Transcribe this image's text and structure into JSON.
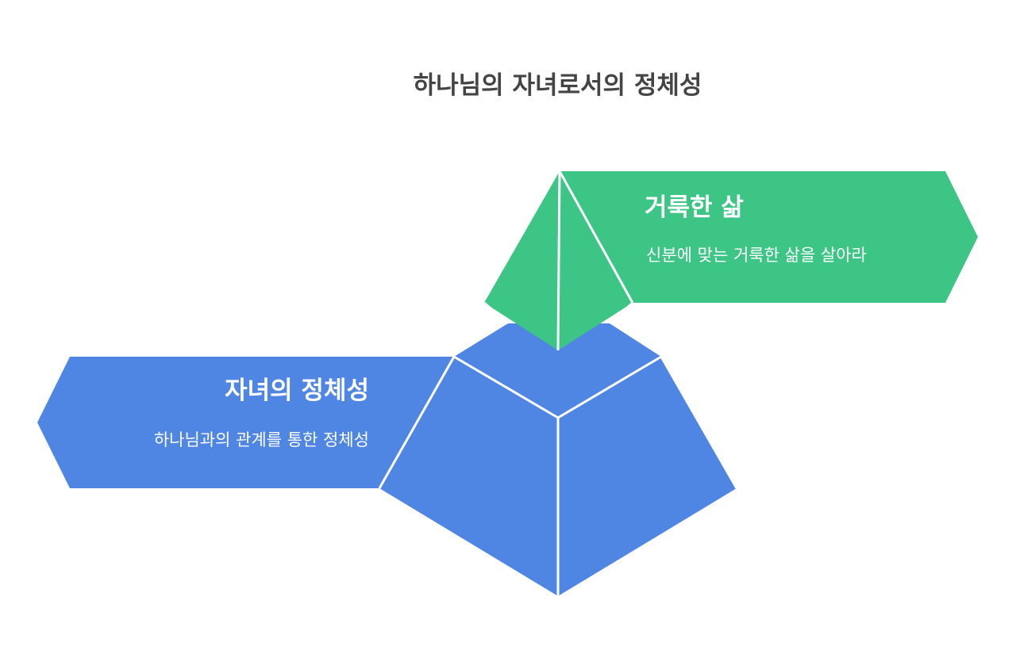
{
  "title": "하나님의 자녀로서의 정체성",
  "colors": {
    "top": "#3DC586",
    "base": "#4F86E4",
    "title": "#444444",
    "stroke": "#ffffff"
  },
  "levels": [
    {
      "id": "top",
      "title": "거룩한 삶",
      "description": "신분에 맞는 거룩한 삶을 살아라"
    },
    {
      "id": "base",
      "title": "자녀의 정체성",
      "description": "하나님과의 관계를 통한 정체성"
    }
  ]
}
